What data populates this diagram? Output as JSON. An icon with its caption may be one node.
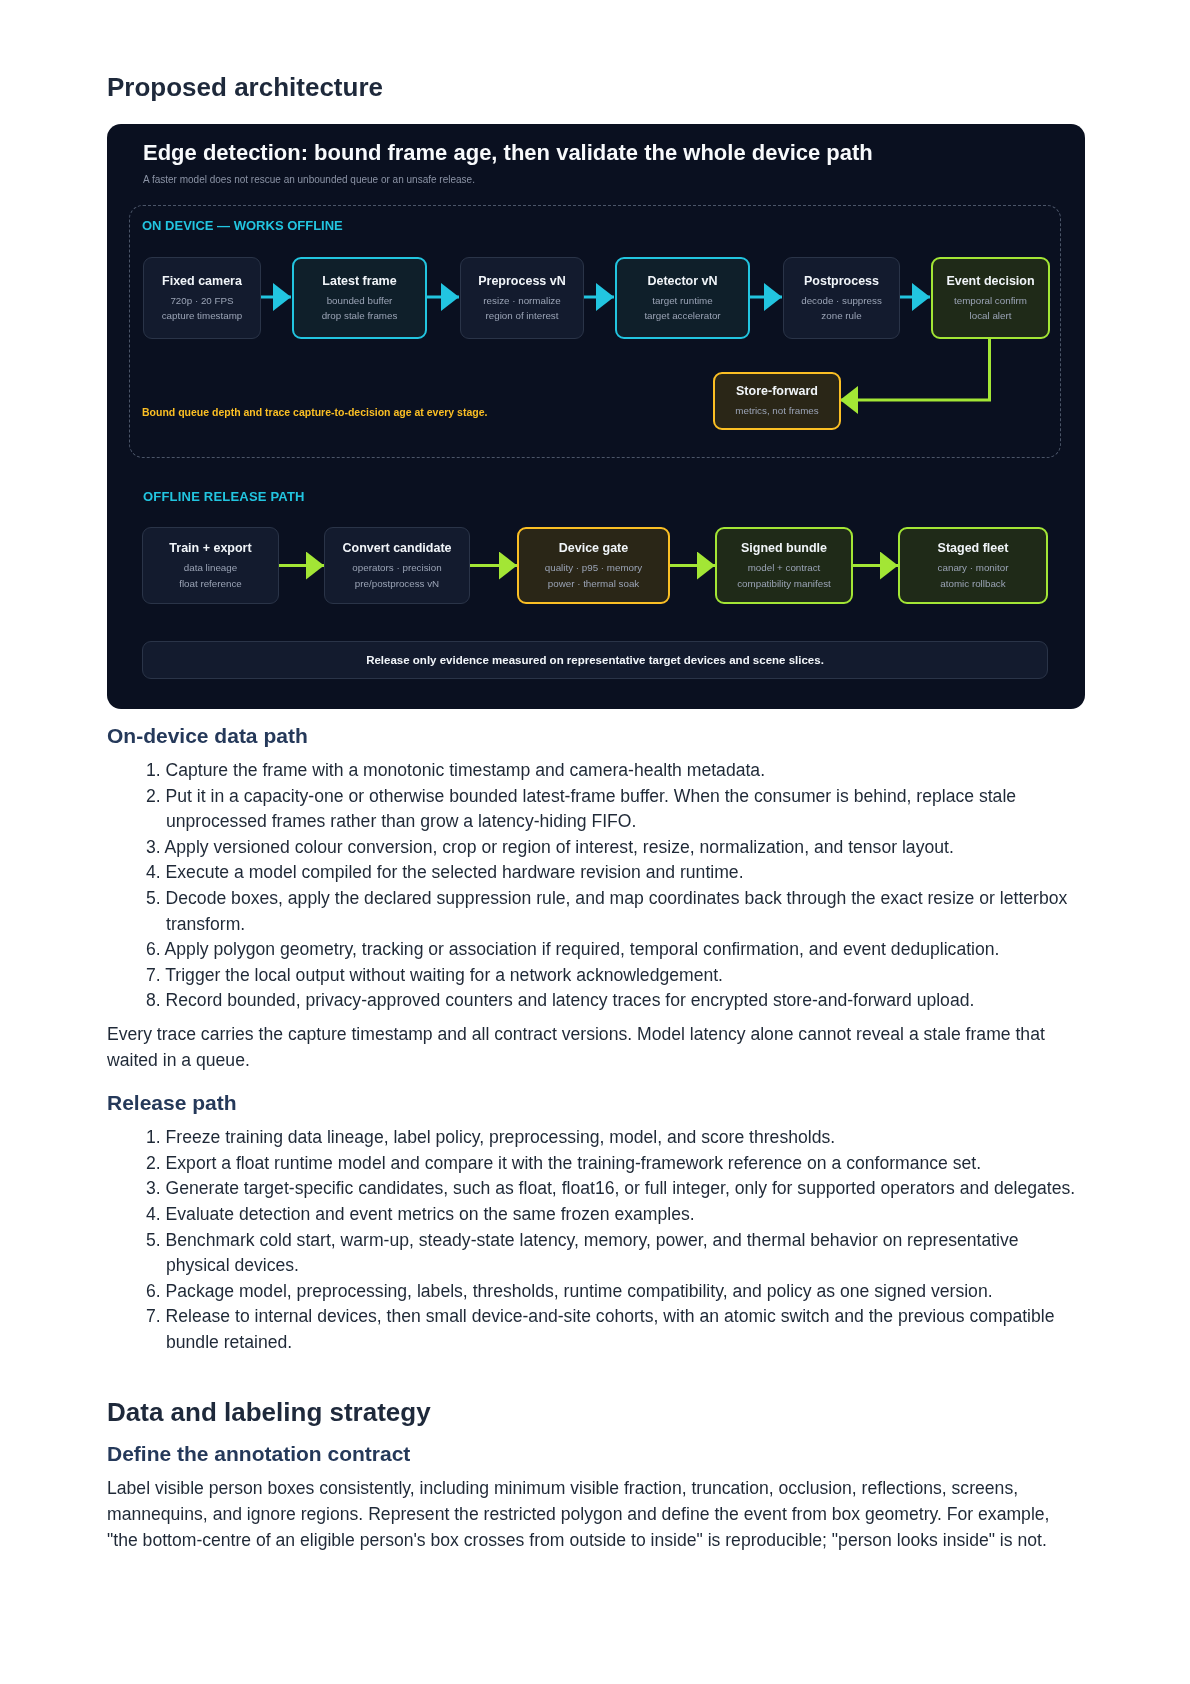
{
  "diagram": {
    "title": "Edge detection: bound frame age, then validate the whole device path",
    "nodes": [
      {
        "text": [
          "ON DEVICE — WORKS OFFLINE",
          "Bound queue depth and trace capture-to-decision age at every stage."
        ]
      },
      {
        "text": [
          "Fixed camera",
          "720p · 20 FPS",
          "capture timestamp"
        ],
        "in": 0
      },
      {
        "text": [
          "Latest frame",
          "bounded buffer",
          "drop stale frames"
        ],
        "in": 0
      },
      {
        "text": [
          "Preprocess vN",
          "resize · normalize",
          "region of interest"
        ],
        "in": 0
      },
      {
        "text": [
          "Detector vN",
          "target runtime",
          "target accelerator"
        ],
        "in": 0
      },
      {
        "text": [
          "Postprocess",
          "decode · suppress",
          "zone rule"
        ],
        "in": 0
      },
      {
        "text": [
          "Event decision",
          "temporal confirm",
          "local alert"
        ],
        "in": 0
      },
      {
        "text": [
          "Store-forward",
          "metrics, not frames"
        ],
        "in": 0
      },
      {
        "text": [
          "Train + export",
          "data lineage",
          "float reference"
        ]
      },
      {
        "text": [
          "Convert candidate",
          "operators · precision",
          "pre/postprocess vN"
        ]
      },
      {
        "text": [
          "Device gate",
          "quality · p95 · memory",
          "power · thermal soak"
        ]
      },
      {
        "text": [
          "Signed bundle",
          "model + contract",
          "compatibility manifest"
        ]
      },
      {
        "text": [
          "Staged fleet",
          "canary · monitor",
          "atomic rollback"
        ]
      },
      {
        "text": [
          "Release only evidence measured on representative target devices and scene slices."
        ]
      }
    ],
    "edges": [
      {
        "from": 1,
        "to": 2,
        "arrow": "to",
        "color": "#22c5e0"
      },
      {
        "from": 2,
        "to": 3,
        "arrow": "to",
        "color": "#22c5e0"
      },
      {
        "from": 3,
        "to": 4,
        "arrow": "to",
        "color": "#22c5e0"
      },
      {
        "from": 4,
        "to": 5,
        "arrow": "to",
        "color": "#22c5e0"
      },
      {
        "from": 5,
        "to": 6,
        "arrow": "to",
        "color": "#22c5e0"
      },
      {
        "from": 6,
        "to": 7,
        "arrow": "to",
        "color": "#a3e635"
      },
      {
        "from": 8,
        "to": 9,
        "arrow": "to",
        "color": "#a3e635"
      },
      {
        "from": 9,
        "to": 10,
        "arrow": "to",
        "color": "#a3e635"
      },
      {
        "from": 10,
        "to": 11,
        "arrow": "to",
        "color": "#a3e635"
      },
      {
        "from": 11,
        "to": 12,
        "arrow": "to",
        "color": "#a3e635"
      }
    ],
    "labels": [
      "Proposed architecture",
      "A faster model does not rescue an unbounded queue or an unsafe release.",
      "OFFLINE RELEASE PATH",
      "On-device data path",
      "1. Capture the frame with a monotonic timestamp and camera-health metadata.",
      "2. Put it in a capacity-one or otherwise bounded latest-frame buffer. When the consumer is behind, replace stale unprocessed frames rather than grow a latency-hiding FIFO.",
      "3. Apply versioned colour conversion, crop or region of interest, resize, normalization, and tensor layout.",
      "4. Execute a model compiled for the selected hardware revision and runtime.",
      "5. Decode boxes, apply the declared suppression rule, and map coordinates back through the exact resize or letterbox transform.",
      "6. Apply polygon geometry, tracking or association if required, temporal confirmation, and event deduplication.",
      "7. Trigger the local output without waiting for a network acknowledgement.",
      "8. Record bounded, privacy-approved counters and latency traces for encrypted store-and-forward upload.",
      "Every trace carries the capture timestamp and all contract versions. Model latency alone cannot reveal a stale frame that waited in a queue.",
      "Release path",
      "1. Freeze training data lineage, label policy, preprocessing, model, and score thresholds.",
      "2. Export a float runtime model and compare it with the training-framework reference on a conformance set.",
      "3. Generate target-specific candidates, such as float, float16, or full integer, only for supported operators and delegates.",
      "4. Evaluate detection and event metrics on the same frozen examples.",
      "5. Benchmark cold start, warm-up, steady-state latency, memory, power, and thermal behavior on representative physical devices.",
      "6. Package model, preprocessing, labels, thresholds, runtime compatibility, and policy as one signed version.",
      "7. Release to internal devices, then small device-and-site cohorts, with an atomic switch and the previous compatible bundle retained.",
      "Data and labeling strategy",
      "Define the annotation contract",
      "Label visible person boxes consistently, including minimum visible fraction, truncation, occlusion, reflections, screens, mannequins, and ignore regions. Represent the restricted polygon and define the event from box geometry. For example, \"the bottom-centre of an eligible person's box crosses from outside to inside\" is reproducible; \"person looks inside\" is not."
    ]
  }
}
